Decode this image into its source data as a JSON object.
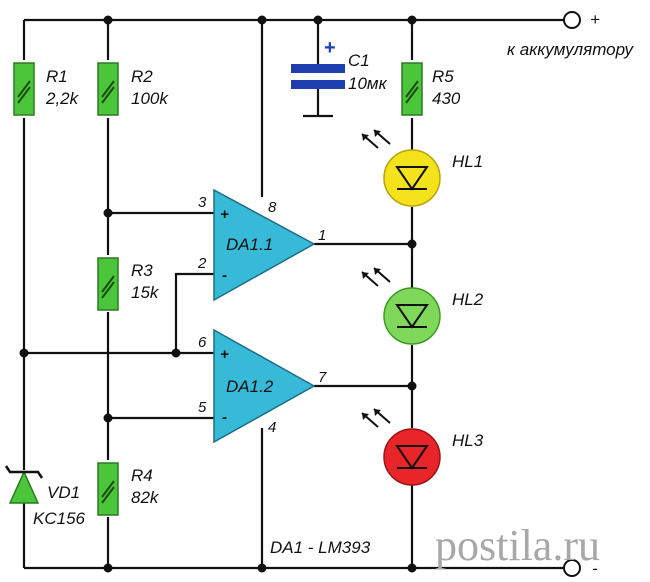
{
  "terminals": {
    "positive_sign": "+",
    "battery_label": "к аккумулятору",
    "negative_sign": "-"
  },
  "components": {
    "r1": {
      "name": "R1",
      "value": "2,2k"
    },
    "r2": {
      "name": "R2",
      "value": "100k"
    },
    "r3": {
      "name": "R3",
      "value": "15k"
    },
    "r4": {
      "name": "R4",
      "value": "82k"
    },
    "r5": {
      "name": "R5",
      "value": "430"
    },
    "c1": {
      "name": "C1",
      "value": "10мк",
      "plus": "+"
    },
    "vd1": {
      "name": "VD1",
      "value": "KC156"
    },
    "hl1": {
      "name": "HL1",
      "color": "#f3e21c"
    },
    "hl2": {
      "name": "HL2",
      "color": "#7fd85a"
    },
    "hl3": {
      "name": "HL3",
      "color": "#e8262a"
    }
  },
  "opamps": {
    "da1_1": {
      "name": "DA1.1",
      "plus": "+",
      "minus": "-",
      "pin_plus": "3",
      "pin_minus": "2",
      "pin_out": "1",
      "pin_vcc": "8"
    },
    "da1_2": {
      "name": "DA1.2",
      "plus": "+",
      "minus": "-",
      "pin_plus": "6",
      "pin_minus": "5",
      "pin_out": "7",
      "pin_gnd": "4"
    }
  },
  "chip_note": "DA1 - LM393",
  "watermark": "postila.ru",
  "colors": {
    "wire": "#111111",
    "resistor": "#4bc53a",
    "opamp": "#37b9d8",
    "capacitor": "#1f3fb0",
    "watermark": "#a8a8a8"
  }
}
